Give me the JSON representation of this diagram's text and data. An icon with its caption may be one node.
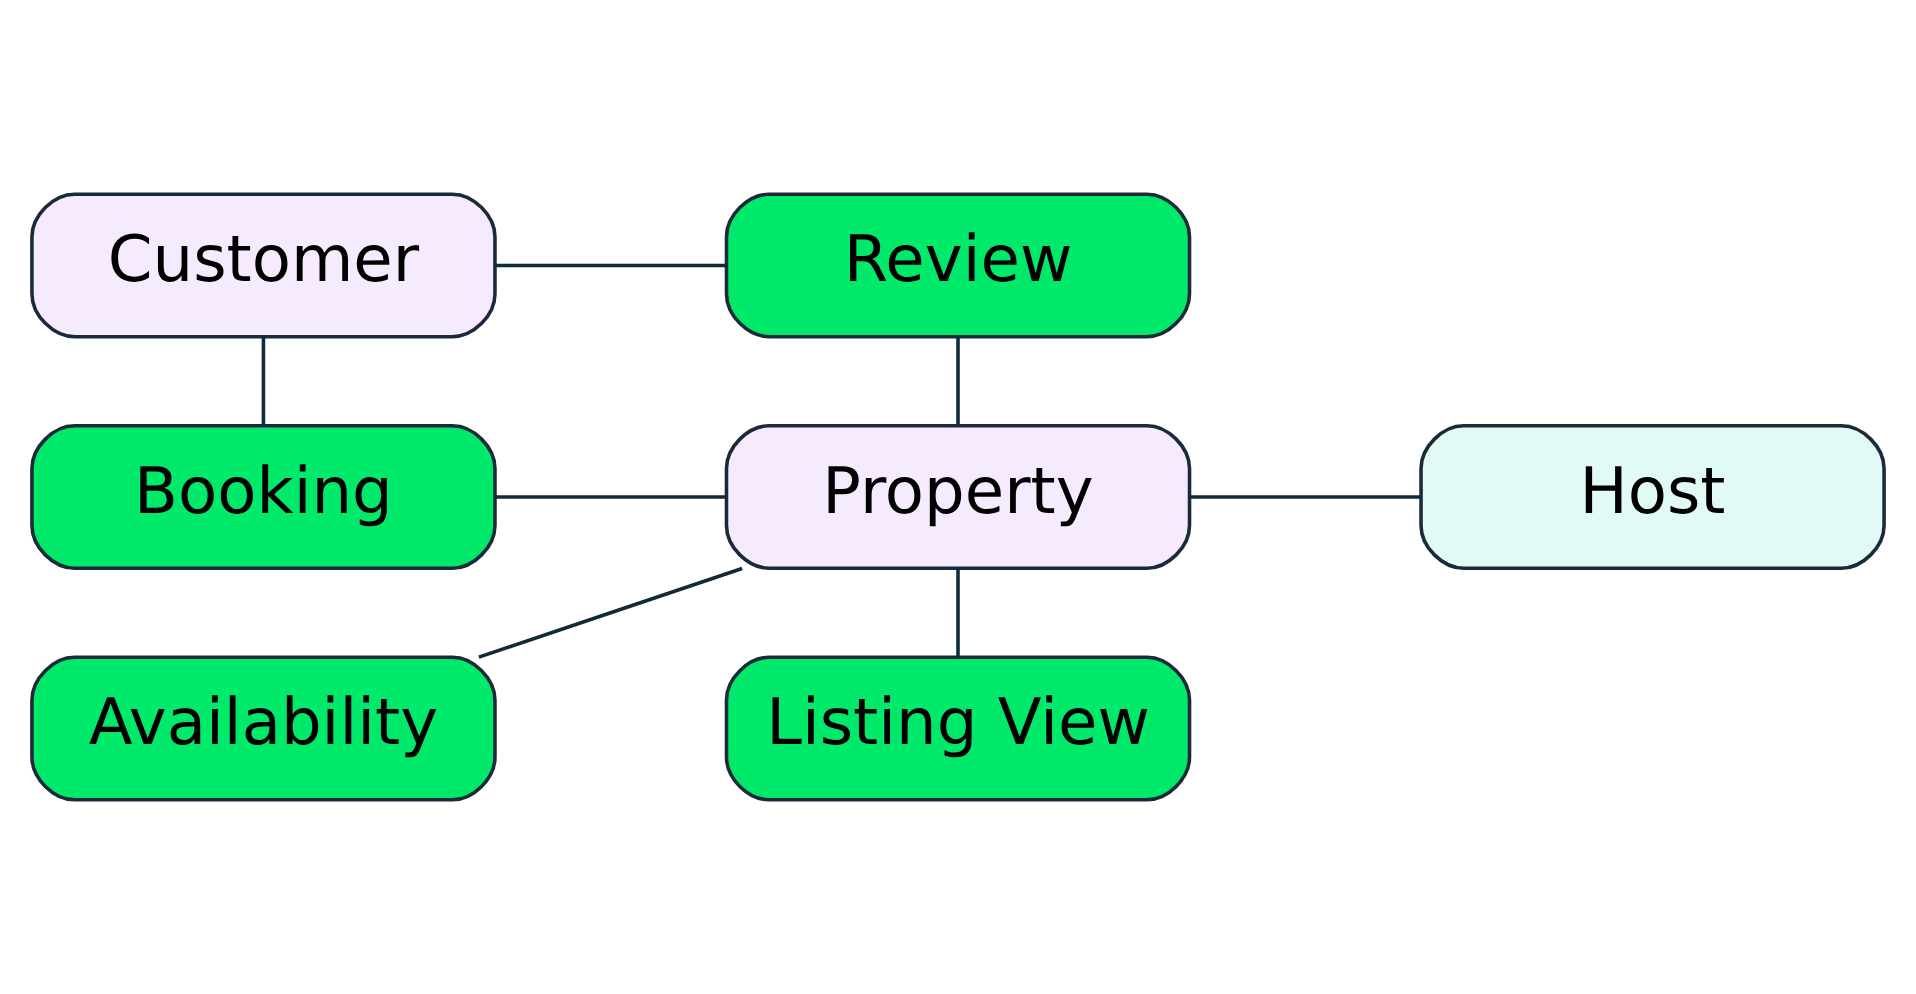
{
  "diagram": {
    "nodes": [
      {
        "text": [
          "Customer"
        ]
      },
      {
        "text": [
          "Review"
        ]
      },
      {
        "text": [
          "Booking"
        ]
      },
      {
        "text": [
          "Availability"
        ]
      },
      {
        "text": [
          "Property"
        ]
      },
      {
        "text": [
          "Listing View"
        ]
      },
      {
        "text": [
          "Host"
        ]
      }
    ],
    "edges": [
      {
        "from": 0,
        "to": 1,
        "arrow": "none"
      },
      {
        "from": 0,
        "to": 2,
        "arrow": "none"
      },
      {
        "from": 1,
        "to": 4,
        "arrow": "none"
      },
      {
        "from": 2,
        "to": 4,
        "arrow": "none"
      },
      {
        "from": 3,
        "to": 4,
        "arrow": "none"
      },
      {
        "from": 4,
        "to": 5,
        "arrow": "none"
      },
      {
        "from": 4,
        "to": 6,
        "arrow": "none"
      }
    ]
  }
}
